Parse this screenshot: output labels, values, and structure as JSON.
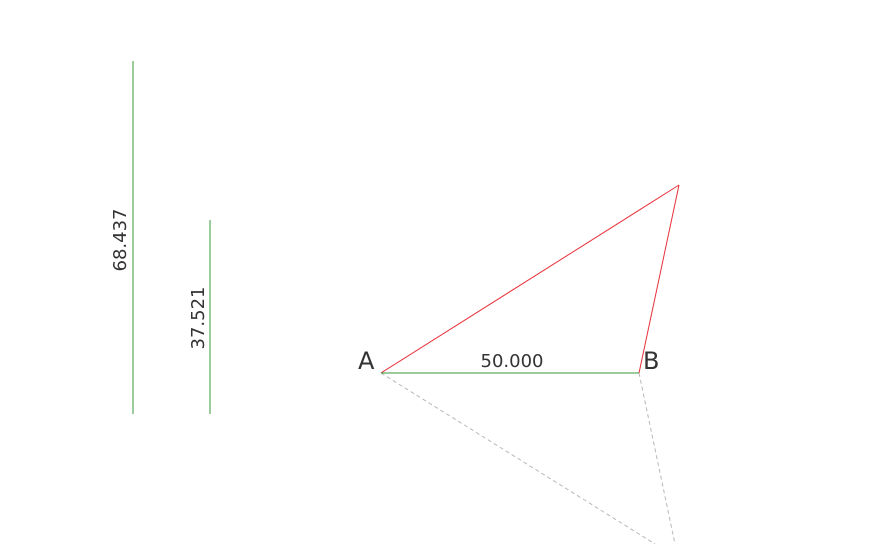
{
  "points": {
    "a": "A",
    "b": "B"
  },
  "dimensions": {
    "base_length": "50.000",
    "long_side_length": "68.437",
    "short_side_length": "37.521"
  },
  "colors": {
    "construction_segment": "#3a9a3a",
    "triangle_side": "#e8303a",
    "reflection_line": "#b8b8b8",
    "text": "#333333"
  }
}
